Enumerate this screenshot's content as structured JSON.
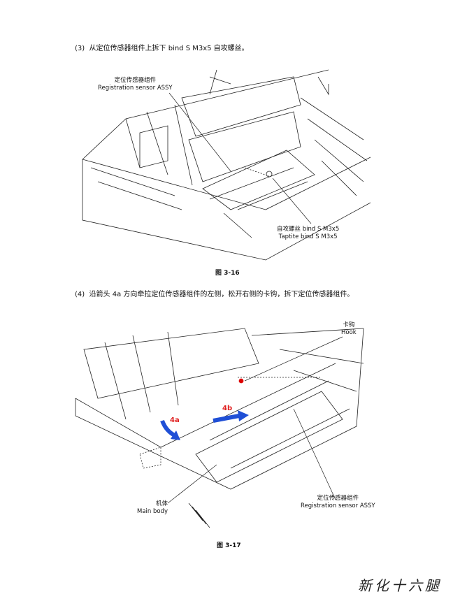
{
  "step3": {
    "number": "(3)",
    "text": "从定位传感器组件上拆下 bind S M3x5 自攻螺丝。"
  },
  "figure1": {
    "label_sensor_cn": "定位传感器组件",
    "label_sensor_en": "Registration sensor ASSY",
    "label_screw_cn": "自攻螺丝 bind S M3x5",
    "label_screw_en": "Taptite  bind S M3x5",
    "caption": "图 3-16"
  },
  "step4": {
    "number": "(4)",
    "text": "沿箭头 4a 方向牵拉定位传感器组件的左侧，松开右侧的卡钩，拆下定位传感器组件。"
  },
  "figure2": {
    "label_hook_cn": "卡钩",
    "label_hook_en": "Hook",
    "arrow_4a": "4a",
    "arrow_4b": "4b",
    "label_body_cn": "机体",
    "label_body_en": "Main body",
    "label_sensor_cn": "定位传感器组件",
    "label_sensor_en": "Registration sensor ASSY",
    "caption": "图 3-17",
    "arrow_color": "#1f4fd6",
    "label_color": "#e02020"
  },
  "signature": "新化十六腿"
}
